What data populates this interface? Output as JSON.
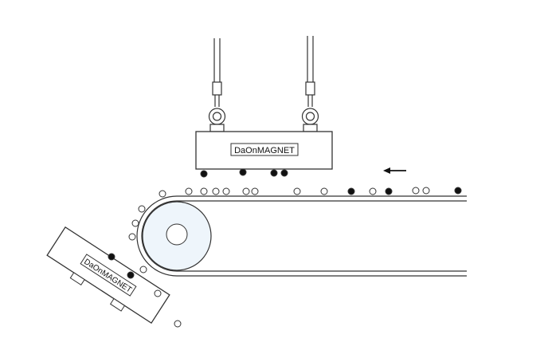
{
  "labels": {
    "top_magnet": "DaOnMAGNET",
    "bottom_magnet": "DaOnMAGNET"
  },
  "colors": {
    "line": "#333333",
    "iron_particle": "#111111",
    "nonmagnetic_particle": "#ffffff",
    "pulley_fill": "#eef5fb",
    "background": "#ffffff"
  },
  "icons": {
    "direction": "arrow-left-icon",
    "particle_magnetic": "filled-circle",
    "particle_nonmagnetic": "hollow-circle"
  }
}
